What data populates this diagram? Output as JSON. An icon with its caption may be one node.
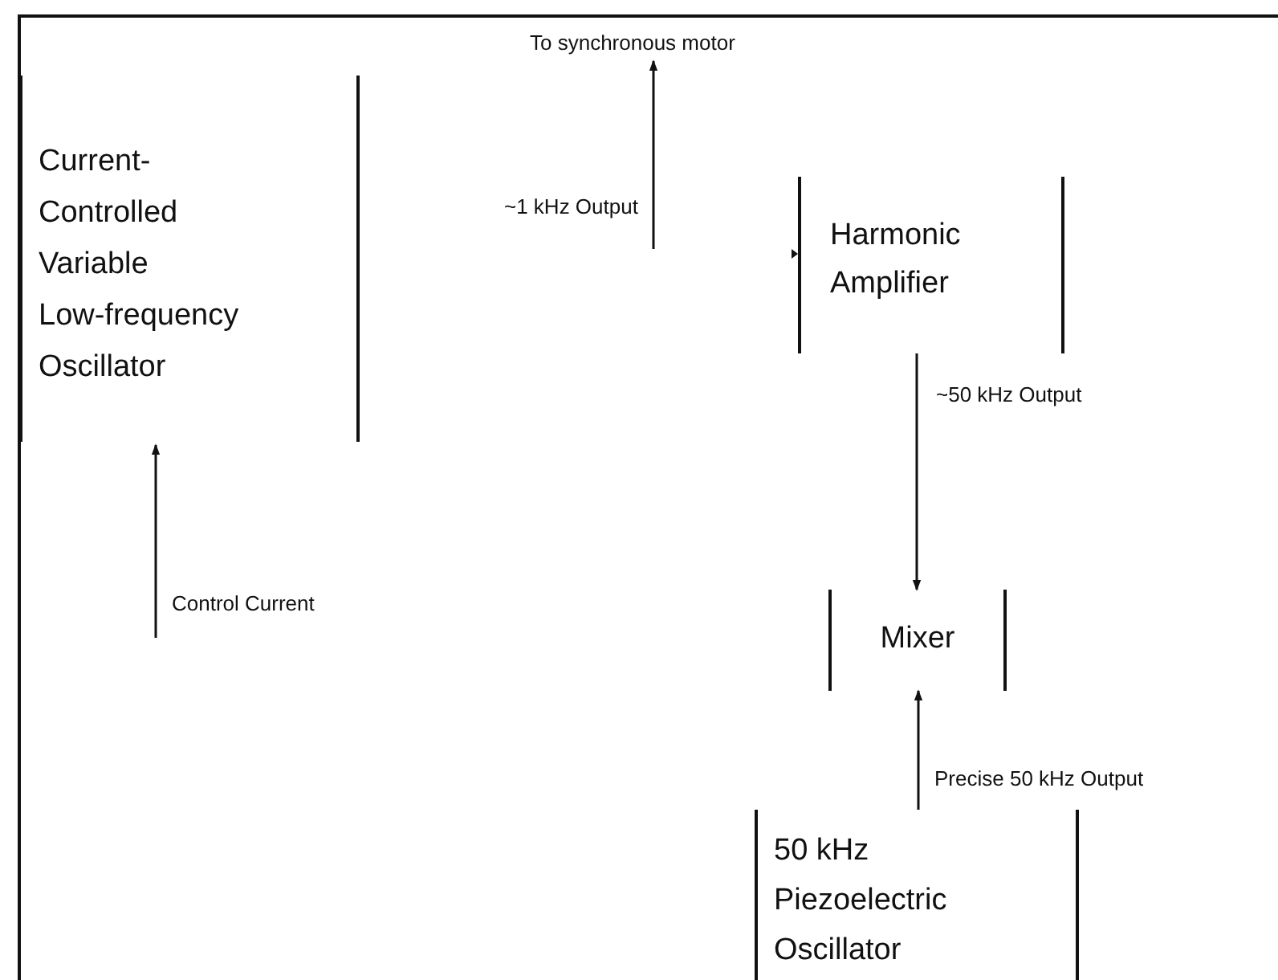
{
  "diagram": {
    "nodes": [
      {
        "text": [
          "Current-Controlled Variable Low-frequency Oscillator"
        ]
      },
      {
        "text": [
          "Harmonic Amplifier"
        ]
      },
      {
        "text": [
          "Mixer"
        ]
      },
      {
        "text": [
          "50 kHz Piezoelectric Oscillator"
        ]
      },
      {
        "text": [
          "To synchronous motor"
        ]
      }
    ],
    "edges": [
      {
        "from": null,
        "to": 0,
        "arrow": "to",
        "label": "Control Current"
      },
      {
        "from": null,
        "to": 4,
        "arrow": "to",
        "label": "~1 kHz Output"
      },
      {
        "from": 1,
        "to": 2,
        "arrow": "to",
        "label": "~50 kHz Output"
      },
      {
        "from": 3,
        "to": 2,
        "arrow": "to",
        "label": "Precise 50 kHz Output"
      }
    ]
  }
}
